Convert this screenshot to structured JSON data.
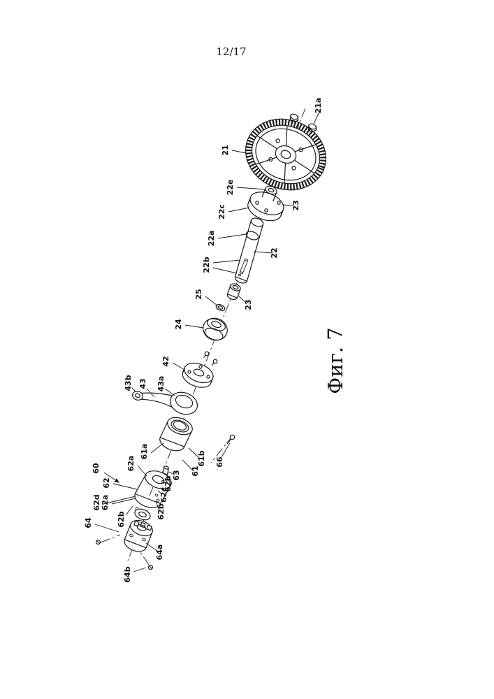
{
  "page": {
    "number": "12/17",
    "caption": "Фиг. 7"
  },
  "diagram": {
    "type": "patent-exploded-view-figure",
    "labels": [
      "21a",
      "21",
      "22e",
      "22c",
      "23",
      "22a",
      "22",
      "22b",
      "25",
      "23",
      "24",
      "42",
      "43b",
      "43",
      "43a",
      "61a",
      "61b",
      "61",
      "66",
      "60",
      "62a",
      "63",
      "62b",
      "62",
      "62c",
      "62d",
      "62a",
      "62b",
      "64",
      "62b",
      "64a",
      "64b"
    ]
  }
}
